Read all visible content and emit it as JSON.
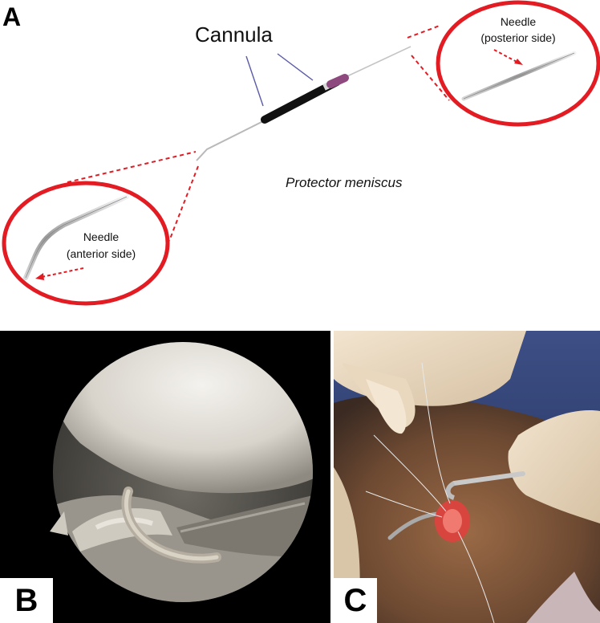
{
  "panel_a": {
    "letter": "A",
    "cannula_label": "Cannula",
    "needle_posterior_line1": "Needle",
    "needle_posterior_line2": "(posterior side)",
    "needle_anterior_line1": "Needle",
    "needle_anterior_line2": "(anterior side)",
    "protector_label": "Protector meniscus"
  },
  "panel_b": {
    "letter": "B"
  },
  "panel_c": {
    "letter": "C"
  },
  "colors": {
    "callout_red": "#e31b23",
    "cannula_black": "#111111",
    "cannula_tip_purple": "#8e4a7e",
    "pointer_blue": "#5a5aa8"
  }
}
